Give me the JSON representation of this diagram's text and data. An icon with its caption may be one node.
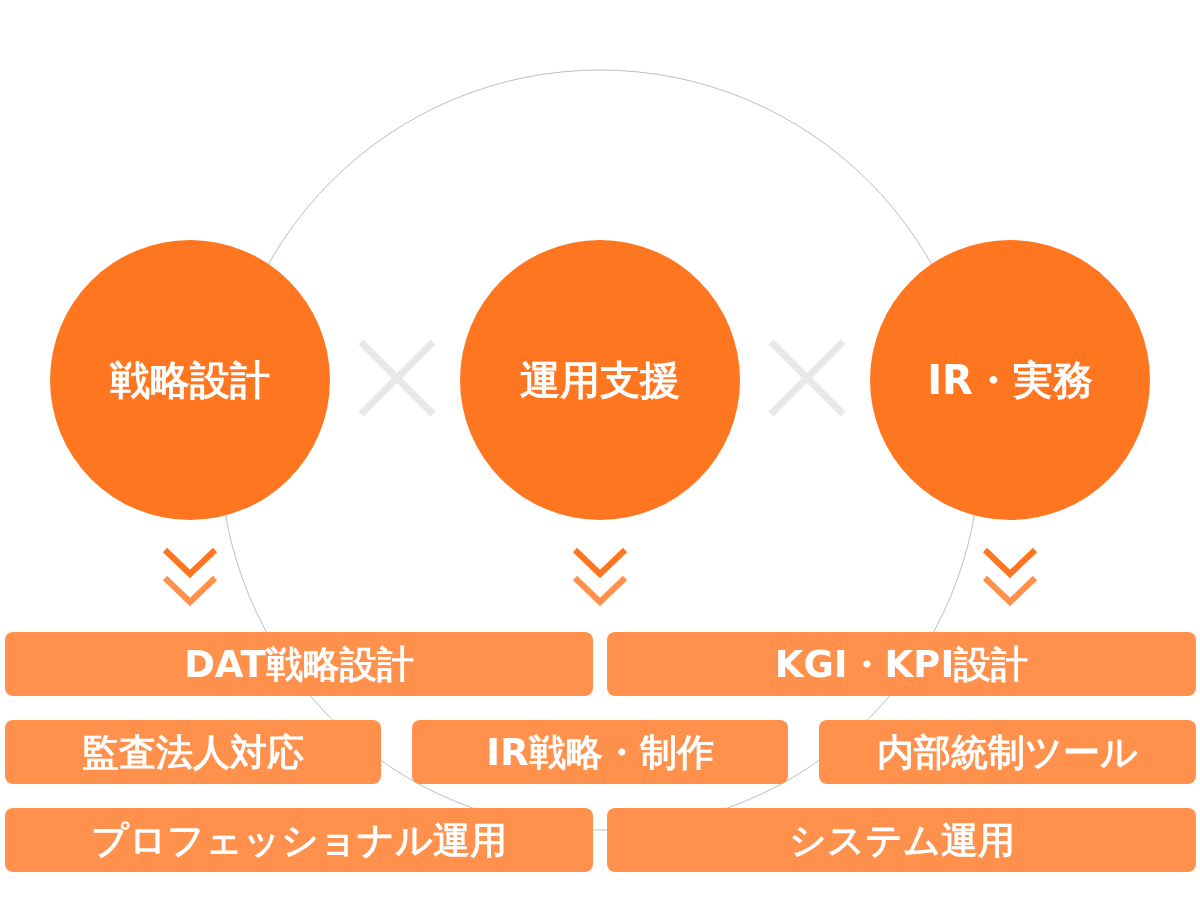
{
  "diagram": {
    "nodes": [
      {
        "text": [
          "戦略設計"
        ]
      },
      {
        "text": [
          "運用支援"
        ]
      },
      {
        "text": [
          "IR・実務"
        ]
      },
      {
        "text": [
          "DAT戦略設計"
        ]
      },
      {
        "text": [
          "KGI・KPI設計"
        ]
      },
      {
        "text": [
          "監査法人対応"
        ]
      },
      {
        "text": [
          "IR戦略・制作"
        ]
      },
      {
        "text": [
          "内部統制ツール"
        ]
      },
      {
        "text": [
          "プロフェッショナル運用"
        ]
      },
      {
        "text": [
          "システム運用"
        ]
      }
    ],
    "edges": [
      {
        "from": 0,
        "to": 3,
        "arrow": "to"
      },
      {
        "from": 1,
        "to": null,
        "arrow": "to"
      },
      {
        "from": 2,
        "to": 4,
        "arrow": "to"
      }
    ]
  }
}
